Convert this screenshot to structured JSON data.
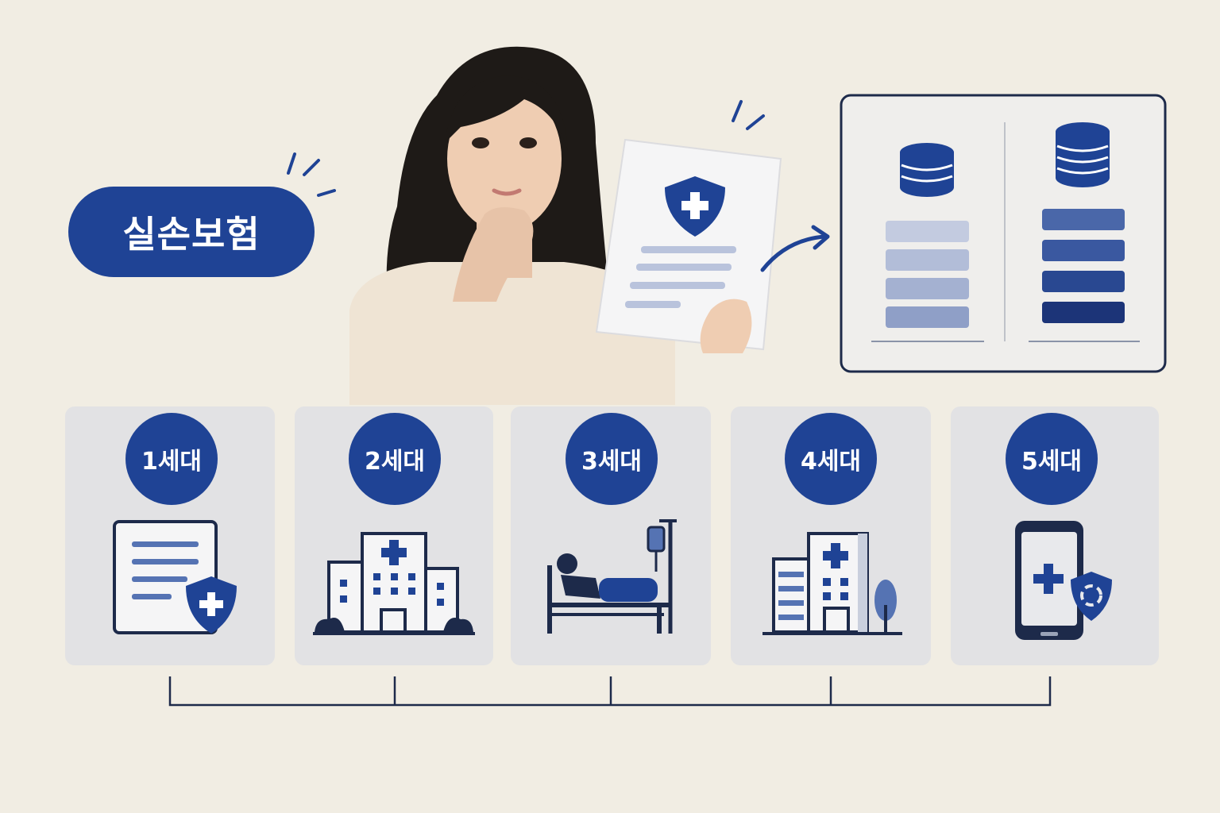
{
  "title": "실손보험",
  "generations": [
    {
      "label": "1세대",
      "icon": "document-shield-icon"
    },
    {
      "label": "2세대",
      "icon": "hospital-icon"
    },
    {
      "label": "3세대",
      "icon": "hospital-bed-iv-icon"
    },
    {
      "label": "4세대",
      "icon": "clinic-building-icon"
    },
    {
      "label": "5세대",
      "icon": "smartphone-health-icon"
    }
  ],
  "colors": {
    "background": "#f1ede3",
    "navy": "#1f4395",
    "card": "#e2e2e4"
  }
}
